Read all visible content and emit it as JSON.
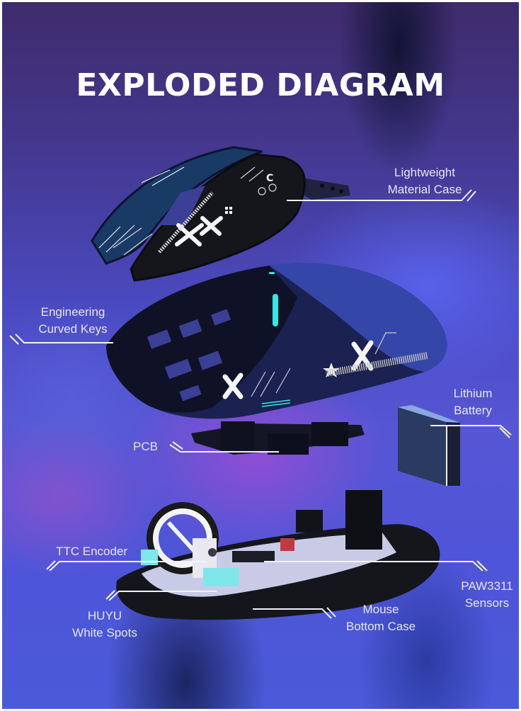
{
  "title": "EXPLODED DIAGRAM",
  "colors": {
    "background_top": "#3f2b6c",
    "background_mid": "#5656d4",
    "accent_cyan": "#37e6e6",
    "shell_black": "#15161c",
    "label_text": "#e6e6f5",
    "callout_line": "#f2f2ff"
  },
  "components": [
    {
      "id": "lightweight-material-case",
      "lines": [
        "Lightweight",
        "Material Case"
      ]
    },
    {
      "id": "engineering-curved-keys",
      "lines": [
        "Engineering",
        "Curved Keys"
      ]
    },
    {
      "id": "lithium-battery",
      "lines": [
        "Lithium",
        "Battery"
      ]
    },
    {
      "id": "pcb",
      "lines": [
        "PCB"
      ]
    },
    {
      "id": "ttc-encoder",
      "lines": [
        "TTC Encoder"
      ]
    },
    {
      "id": "paw3311-sensors",
      "lines": [
        "PAW3311",
        "Sensors"
      ]
    },
    {
      "id": "huyu-white-spots",
      "lines": [
        "HUYU",
        "White Spots"
      ]
    },
    {
      "id": "mouse-bottom-case",
      "lines": [
        "Mouse",
        "Bottom Case"
      ]
    }
  ]
}
